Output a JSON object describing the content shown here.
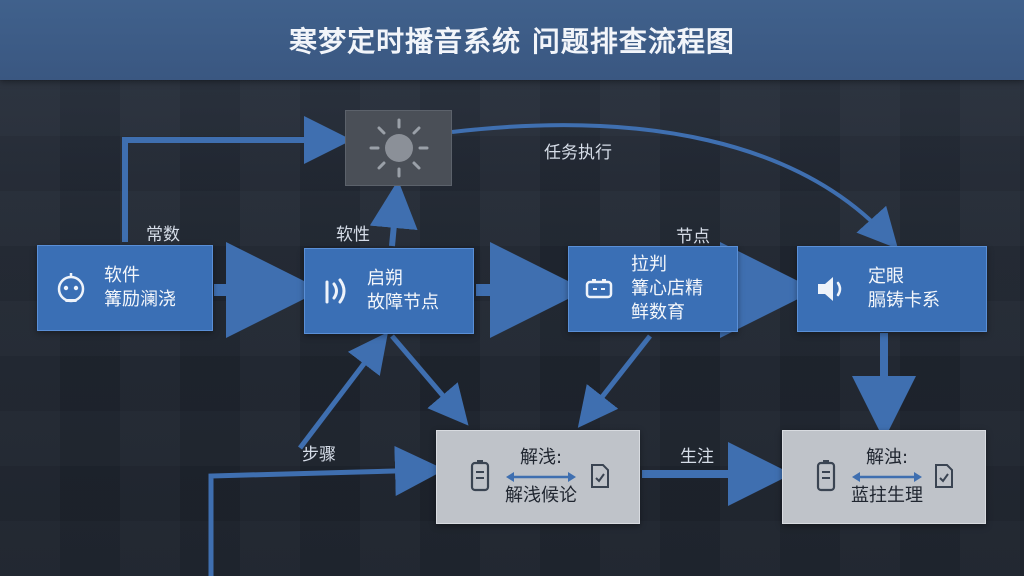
{
  "title": "寒梦定时播音系统  问题排查流程图",
  "labels": {
    "changshu": "常数",
    "ruanxing": "软性",
    "renwu": "任务执行",
    "jiedian": "节点",
    "buzhou": "步骤",
    "shengzhu": "生注"
  },
  "nodes": {
    "n1": {
      "line1": "软件",
      "line2": "篝励澜浇",
      "icon": "robot-icon"
    },
    "n2": {
      "line1": "启朔",
      "line2": "故障节点",
      "icon": "signal-icon"
    },
    "n3": {
      "line1": "拉判",
      "line2": "篝心店精",
      "line3": "鲜数育",
      "icon": "battery-icon"
    },
    "n4": {
      "line1": "定眼",
      "line2": "膈铸卡系",
      "icon": "speaker-icon"
    },
    "g1": {
      "line1": "解浅:",
      "line2": "解浅候论",
      "icon_left": "battery-icon",
      "icon_right": "file-icon"
    },
    "g2": {
      "line1": "解浊:",
      "line2": "蓝拄生理",
      "icon_left": "battery-icon",
      "icon_right": "file-icon"
    },
    "sun": {
      "icon": "sun-icon"
    }
  },
  "colors": {
    "blue_node": "#3a6fb5",
    "gray_node": "#bfc3c9",
    "arrow": "#3f6fb0",
    "title_bar": "#40618c"
  }
}
